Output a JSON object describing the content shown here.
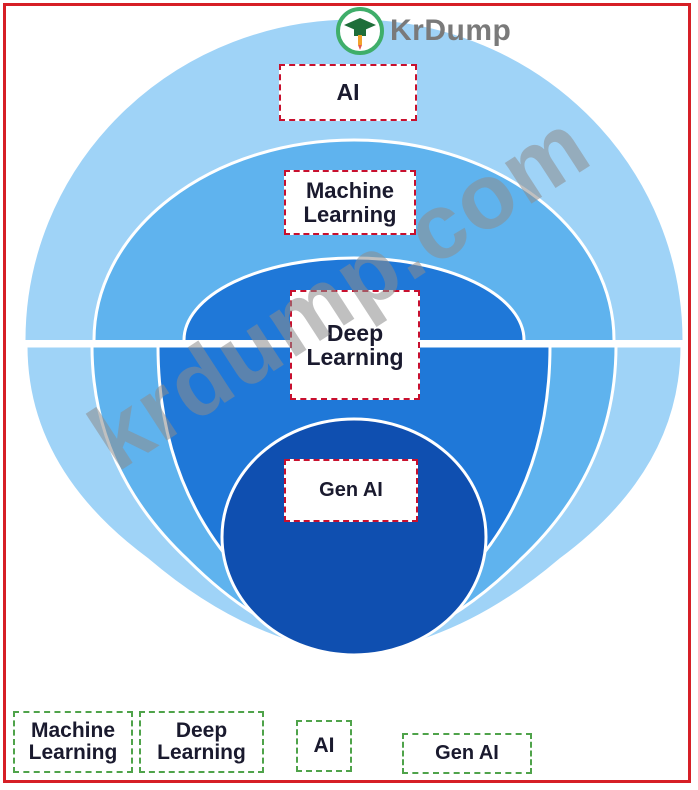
{
  "diagram": {
    "targets": {
      "ai": "AI",
      "machine_learning": [
        "Machine",
        "Learning"
      ],
      "deep_learning": [
        "Deep",
        "Learning"
      ],
      "gen_ai": "Gen AI"
    },
    "options": [
      {
        "id": "machine-learning",
        "lines": [
          "Machine",
          "Learning"
        ]
      },
      {
        "id": "deep-learning",
        "lines": [
          "Deep",
          "Learning"
        ]
      },
      {
        "id": "ai",
        "lines": [
          "AI"
        ]
      },
      {
        "id": "gen-ai",
        "lines": [
          "Gen AI"
        ]
      }
    ],
    "colors": {
      "ai_ring": "#9fd3f7",
      "ml_ring": "#5fb3ee",
      "dl_ring": "#1f78d8",
      "genai_circle": "#0f4fb0",
      "frame": "#d61f26",
      "target_border": "#c8102e",
      "option_border": "#4fa34a"
    }
  },
  "branding": {
    "logo_text": "KrDump",
    "watermark": "krdump.com"
  }
}
